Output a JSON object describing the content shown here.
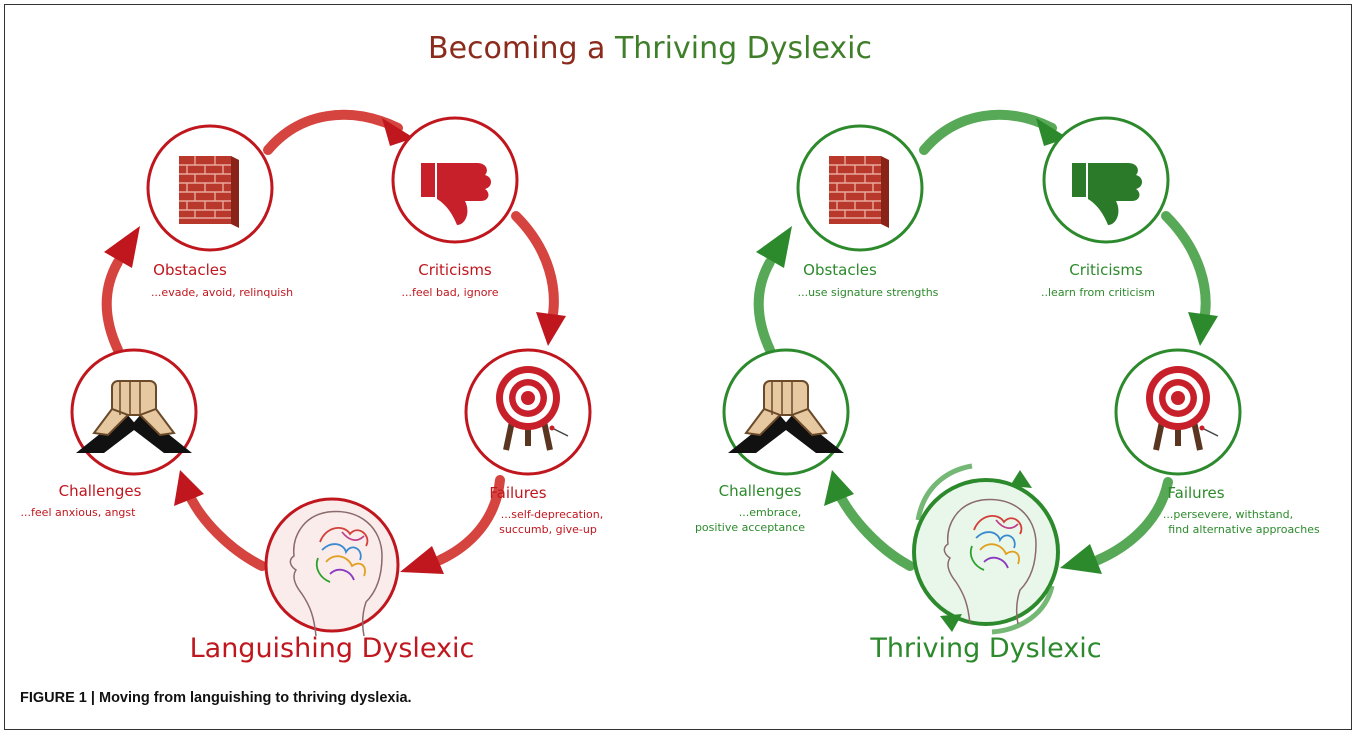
{
  "title": {
    "part1": "Becoming a ",
    "part2": "Thriving Dyslexic"
  },
  "caption": "FIGURE 1 | Moving from languishing to thriving dyslexia.",
  "colors": {
    "red": "#c0161e",
    "green": "#2c8a2c",
    "title_red": "#8b2b1c",
    "title_green": "#3f7f2a",
    "brick": "#b8392c"
  },
  "left_cycle": {
    "name": "Languishing Dyslexic",
    "nodes": {
      "obstacles": {
        "label": "Obstacles",
        "sub": [
          "...evade, avoid, relinquish"
        ],
        "icon": "brick-wall-icon"
      },
      "criticisms": {
        "label": "Criticisms",
        "sub": [
          "...feel bad, ignore"
        ],
        "icon": "thumbs-down-icon"
      },
      "failures": {
        "label": "Failures",
        "sub": [
          "...self-deprecation,",
          "succumb, give-up"
        ],
        "icon": "target-icon"
      },
      "challenges": {
        "label": "Challenges",
        "sub": [
          "...feel anxious, angst"
        ],
        "icon": "arm-wrestling-icon"
      }
    }
  },
  "right_cycle": {
    "name": "Thriving Dyslexic",
    "nodes": {
      "obstacles": {
        "label": "Obstacles",
        "sub": [
          "...use signature strengths"
        ],
        "icon": "brick-wall-icon"
      },
      "criticisms": {
        "label": "Criticisms",
        "sub": [
          "..learn from criticism"
        ],
        "icon": "thumbs-down-icon"
      },
      "failures": {
        "label": "Failures",
        "sub": [
          "...persevere, withstand,",
          "find alternative approaches"
        ],
        "icon": "target-icon"
      },
      "challenges": {
        "label": "Challenges",
        "sub": [
          "...embrace,",
          "positive acceptance"
        ],
        "icon": "arm-wrestling-icon"
      }
    }
  }
}
